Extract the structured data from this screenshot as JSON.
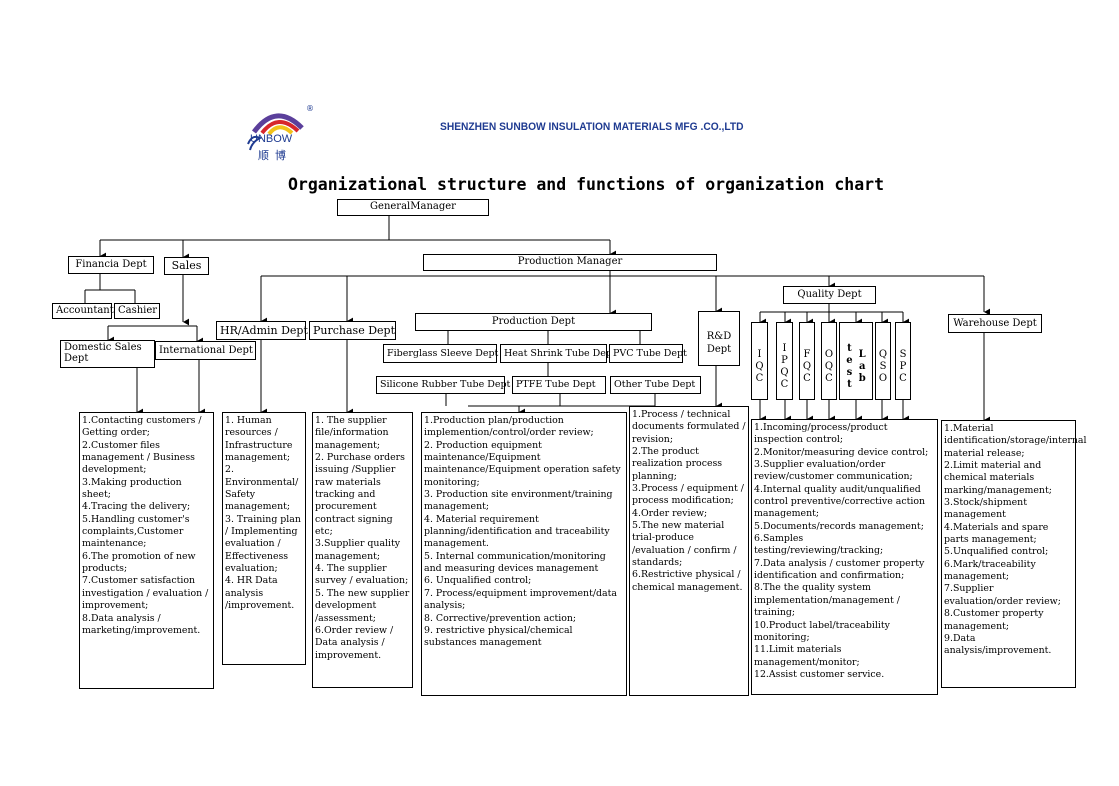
{
  "header": {
    "company": "SHENZHEN SUNBOW INSULATION MATERIALS MFG .CO.,LTD",
    "logo_text": "UNBOW",
    "logo_cn": "顺博",
    "registered_mark": "®",
    "title": "Organizational structure and functions of organization chart"
  },
  "colors": {
    "brand_blue": "#1f3b91",
    "logo_yellow": "#f2c21b",
    "logo_red": "#d7262b",
    "logo_purple": "#5b3f9b"
  },
  "nodes": {
    "general_manager": "GeneralManager",
    "financia_dept": "Financia Dept",
    "sales": "Sales",
    "production_manager": "Production Manager",
    "accountant": "Accountant",
    "cashier": "Cashier",
    "domestic_sales": "Domestic Sales Dept",
    "international": "International Dept",
    "hr_admin": "HR/Admin Dept",
    "purchase": "Purchase Dept",
    "production_dept": "Production Dept",
    "fiberglass": "Fiberglass Sleeve Dept",
    "heat_shrink": "Heat Shrink Tube Dept",
    "pvc": "PVC Tube Dept",
    "silicone": "Silicone Rubber Tube Dept",
    "ptfe": "PTFE Tube Dept",
    "other_tube": "Other Tube Dept",
    "rd": "R&D Dept",
    "quality": "Quality Dept",
    "warehouse": "Warehouse Dept",
    "quality_subs": [
      {
        "key": "iqc",
        "letters": [
          "I",
          "Q",
          "C"
        ]
      },
      {
        "key": "ipqc",
        "letters": [
          "I",
          "P",
          "Q",
          "C"
        ]
      },
      {
        "key": "fqc",
        "letters": [
          "F",
          "Q",
          "C"
        ]
      },
      {
        "key": "oqc",
        "letters": [
          "O",
          "Q",
          "C"
        ]
      },
      {
        "key": "test_lab",
        "letters": [
          "t",
          "e",
          "s",
          "t"
        ],
        "letters2": [
          "L",
          "a",
          "b"
        ]
      },
      {
        "key": "qso",
        "letters": [
          "Q",
          "S",
          "O"
        ]
      },
      {
        "key": "spc",
        "letters": [
          "S",
          "P",
          "C"
        ]
      }
    ]
  },
  "functions": {
    "sales": [
      "1.Contacting customers / Getting order;",
      "2.Customer files management / Business development;",
      "3.Making production sheet;",
      "4.Tracing the delivery;",
      "5.Handling customer's complaints,Customer maintenance;",
      "6.The promotion of new products;",
      "7.Customer satisfaction investigation / evaluation / improvement;",
      "8.Data analysis / marketing/improvement."
    ],
    "hr": [
      "1. Human resources / Infrastructure management;",
      "2. Environmental/ Safety management;",
      "3. Training plan / Implementing evaluation / Effectiveness evaluation;",
      "4. HR Data analysis /improvement."
    ],
    "purchase": [
      "1. The supplier file/information management;",
      "2. Purchase orders issuing /Supplier raw materials tracking and procurement contract signing etc;",
      "3.Supplier quality management;",
      "4. The supplier survey / evaluation;",
      "5. The new supplier development /assessment;",
      "6.Order review / Data analysis / improvement."
    ],
    "production": [
      "1.Production plan/production implemention/control/order review;",
      "2. Production equipment maintenance/Equipment maintenance/Equipment operation safety monitoring;",
      "3. Production site environment/training management;",
      "4. Material requirement planning/identification and traceability management.",
      "5. Internal communication/monitoring and measuring devices management",
      "6. Unqualified control;",
      "7. Process/equipment improvement/data analysis;",
      "8. Corrective/prevention action;",
      "9. restrictive physical/chemical substances management"
    ],
    "rd": [
      "1.Process / technical documents formulated / revision;",
      "2.The product realization process planning;",
      "3.Process / equipment / process modification;",
      "4.Order review;",
      "5.The new material trial-produce /evaluation / confirm / standards;",
      "6.Restrictive physical / chemical management."
    ],
    "quality": [
      "1.Incoming/process/product inspection control;",
      "2.Monitor/measuring device control;",
      "3.Supplier evaluation/order review/customer communication;",
      "4.Internal quality audit/unqualified control preventive/corrective action management;",
      "5.Documents/records management;",
      "6.Samples testing/reviewing/tracking;",
      "7.Data analysis / customer property identification and confirmation;",
      "8.The the quality system implementation/management / training;",
      "10.Product label/traceability monitoring;",
      "11.Limit materials management/monitor;",
      "12.Assist customer service."
    ],
    "warehouse": [
      "1.Material identification/storage/internal material release;",
      "2.Limit material and chemical materials marking/management;",
      "3.Stock/shipment management",
      "4.Materials and spare parts management;",
      "5.Unqualified control;",
      "6.Mark/traceability management;",
      "7.Supplier evaluation/order review;",
      "8.Customer property management;",
      "9.Data analysis/improvement."
    ]
  }
}
